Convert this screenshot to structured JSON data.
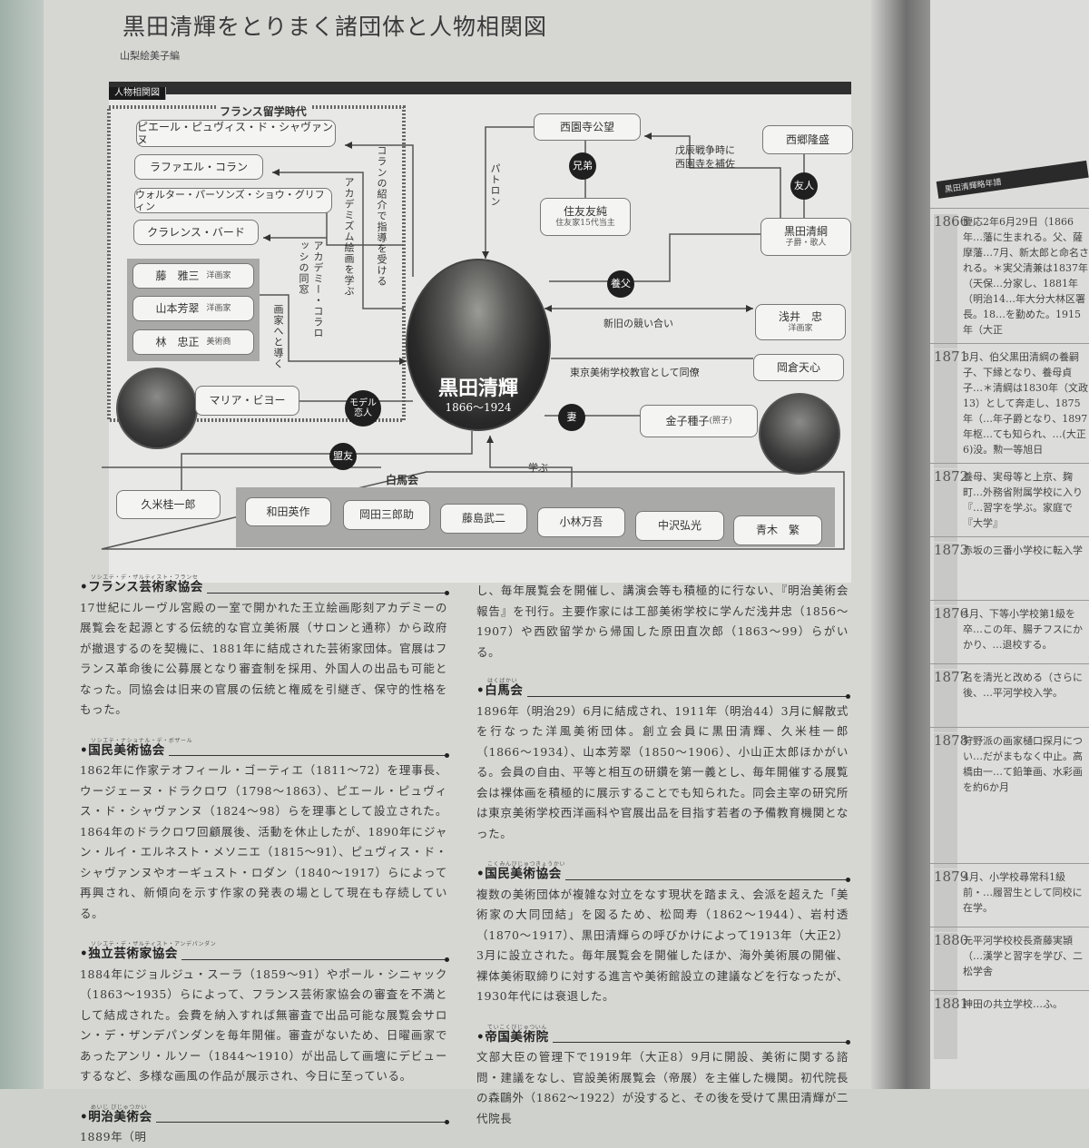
{
  "header": {
    "title": "黒田清輝をとりまく諸団体と人物相関図",
    "editor": "山梨絵美子編"
  },
  "diagram": {
    "section_label": "人物相関図",
    "france_label": "フランス留学時代",
    "france_people": [
      "ピエール・ピュヴィス・ド・シャヴァンヌ",
      "ラファエル・コラン",
      "ウォルター・パーソンズ・ショウ・グリフィン",
      "クラレンス・バード"
    ],
    "colleagues": [
      {
        "name": "藤　雅三",
        "role": "洋画家"
      },
      {
        "name": "山本芳翠",
        "role": "洋画家"
      },
      {
        "name": "林　忠正",
        "role": "美術商"
      }
    ],
    "vlabels": {
      "collin": "コランの紹介で指導を受ける",
      "academism": "アカデミズム絵画を学ぶ",
      "colarossi": "アカデミー・コラロッシの同窓",
      "guide": "画家へと導く",
      "patron": "パトロン"
    },
    "center": {
      "name": "黒田清輝",
      "years": "1866〜1924"
    },
    "saionji": "西園寺公望",
    "brothers": "兄弟",
    "sumitomo": {
      "name": "住友友純",
      "role": "住友家15代当主"
    },
    "saigo": "西郷隆盛",
    "friend": "友人",
    "boshin": [
      "戊辰戦争時に",
      "西園寺を補佐"
    ],
    "kiyotsuna": {
      "name": "黒田清綱",
      "role": "子爵・歌人"
    },
    "adoptive": "養父",
    "asai": {
      "name": "浅井　忠",
      "role": "洋画家",
      "relation": "新旧の競い合い"
    },
    "okakura": {
      "name": "岡倉天心",
      "relation": "東京美術学校教官として同僚"
    },
    "wife": {
      "name": "金子種子",
      "alt": "(照子)",
      "relation": "妻"
    },
    "billault": {
      "name": "マリア・ビヨー",
      "relation": "モデル恋人"
    },
    "ally": "盟友",
    "hakubakai": "白馬会",
    "learn": "学ぶ",
    "kume": "久米桂一郎",
    "members": [
      "和田英作",
      "岡田三郎助",
      "藤島武二",
      "小林万吾",
      "中沢弘光",
      "青木　繁"
    ]
  },
  "left_column": [
    {
      "ruby": "ソシエテ・デ・ザルティスト・フランセ",
      "heading": "フランス芸術家協会",
      "body": "17世紀にルーヴル宮殿の一室で開かれた王立絵画彫刻アカデミーの展覧会を起源とする伝統的な官立美術展（サロンと通称）から政府が撤退するのを契機に、1881年に結成された芸術家団体。官展はフランス革命後に公募展となり審査制を採用、外国人の出品も可能となった。同協会は旧来の官展の伝統と権威を引継ぎ、保守的性格をもった。"
    },
    {
      "ruby": "ソシエテ・ナショナル・デ・ボザール",
      "heading": "国民美術協会",
      "body": "1862年に作家テオフィール・ゴーティエ（1811〜72）を理事長、ウージェーヌ・ドラクロワ（1798〜1863）、ピエール・ピュヴィス・ド・シャヴァンヌ（1824〜98）らを理事として設立された。1864年のドラクロワ回顧展後、活動を休止したが、1890年にジャン・ルイ・エルネスト・メソニエ（1815〜91）、ピュヴィス・ド・シャヴァンヌやオーギュスト・ロダン（1840〜1917）らによって再興され、新傾向を示す作家の発表の場として現在も存続している。"
    },
    {
      "ruby": "ソシエテ・デ・ザルティスト・アンデパンダン",
      "heading": "独立芸術家協会",
      "body": "1884年にジョルジュ・スーラ（1859〜91）やポール・シニャック（1863〜1935）らによって、フランス芸術家協会の審査を不満として結成された。会費を納入すれば無審査で出品可能な展覧会サロン・デ・ザンデパンダンを毎年開催。審査がないため、日曜画家であったアンリ・ルソー（1844〜1910）が出品して画壇にデビューするなど、多様な画風の作品が展示され、今日に至っている。"
    },
    {
      "ruby": "めいじ びじゅつかい",
      "heading": "明治美術会",
      "body": "1889年（明"
    }
  ],
  "right_column": [
    {
      "ruby": "",
      "heading": "",
      "body": "し、毎年展覧会を開催し、講演会等も積極的に行ない、『明治美術会報告』を刊行。主要作家には工部美術学校に学んだ浅井忠（1856〜1907）や西欧留学から帰国した原田直次郎（1863〜99）らがいる。"
    },
    {
      "ruby": "はくばかい",
      "heading": "白馬会",
      "body": "1896年（明治29）6月に結成され、1911年（明治44）3月に解散式を行なった洋風美術団体。創立会員に黒田清輝、久米桂一郎（1866〜1934）、山本芳翠（1850〜1906）、小山正太郎ほかがいる。会員の自由、平等と相互の研鑽を第一義とし、毎年開催する展覧会は裸体画を積極的に展示することでも知られた。同会主宰の研究所は東京美術学校西洋画科や官展出品を目指す若者の予備教育機関となった。"
    },
    {
      "ruby": "こくみんびじゅつきょうかい",
      "heading": "国民美術協会",
      "body": "複数の美術団体が複雑な対立をなす現状を踏まえ、会派を超えた「美術家の大同団結」を図るため、松岡寿（1862〜1944）、岩村透（1870〜1917）、黒田清輝らの呼びかけによって1913年（大正2）3月に設立された。毎年展覧会を開催したほか、海外美術展の開催、裸体美術取締りに対する進言や美術館設立の建議などを行なったが、1930年代には衰退した。"
    },
    {
      "ruby": "ていこくびじゅついん",
      "heading": "帝国美術院",
      "body": "文部大臣の管理下で1919年（大正8）9月に開設、美術に関する諮問・建議をなし、官設美術展覧会（帝展）を主催した機関。初代院長の森鷗外（1862〜1922）が没すると、その後を受けて黒田清輝が二代院長"
    }
  ],
  "right_page": {
    "header": "黒田清輝略年譜",
    "rows": [
      {
        "year": "1866",
        "text": "慶応2年6月29日（1866年…藩に生まれる。父、薩摩藩…7月、新太郎と命名される。＊実父清兼は1837年（天保…分家し、1881年（明治14…年大分大林区署長。18…を勤めた。1915年（大正"
      },
      {
        "year": "1871",
        "text": "3月、伯父黒田清綱の養嗣子、下縁となり、養母貞子…＊清綱は1830年（文政13）として奔走し、1875年（…年子爵となり、1897年枢…ても知られ、…(大正6)没。勲一等旭日"
      },
      {
        "year": "1872",
        "text": "養母、実母等と上京、麹町…外務省附属学校に入り『…習字を学ぶ。家庭で『大学』"
      },
      {
        "year": "1873",
        "text": "赤坂の三番小学校に転入学"
      },
      {
        "year": "1876",
        "text": "4月、下等小学校第1級を卒…この年、腸チフスにかかり、…退校する。"
      },
      {
        "year": "1877",
        "text": "名を清光と改める（さらに後、…平河学校入学。"
      },
      {
        "year": "1878",
        "text": "狩野派の画家樋口探月につい…だがまもなく中止。高橋由一…て鉛筆画、水彩画を約6か月"
      },
      {
        "year": "1879",
        "text": "4月、小学校尋常科1級前・…履習生として同校に在学。"
      },
      {
        "year": "1880",
        "text": "元平河学校校長斎藤実頴（…漢学と習字を学び、二松学舎"
      },
      {
        "year": "1881",
        "text": "神田の共立学校…ふ。"
      }
    ]
  }
}
